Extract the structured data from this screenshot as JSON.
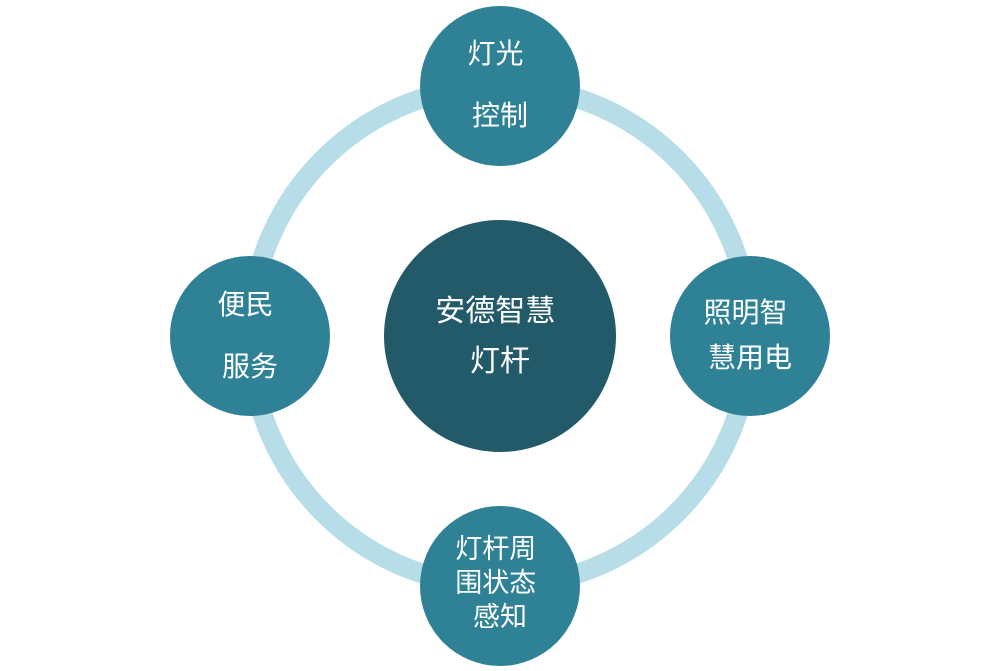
{
  "colors": {
    "background": "#ffffff",
    "ring": "#b7dde8",
    "center_node": "#225a6a",
    "outer_node": "#2f8296",
    "text": "#ffffff"
  },
  "center": {
    "lines": [
      "安德智慧",
      "灯杆"
    ]
  },
  "nodes": {
    "top": {
      "lines": [
        "灯光",
        "控制"
      ]
    },
    "right": {
      "lines": [
        "照明智",
        "慧用电"
      ]
    },
    "bottom": {
      "lines": [
        "灯杆周",
        "围状态",
        "感知"
      ]
    },
    "left": {
      "lines": [
        "便民",
        "服务"
      ]
    }
  }
}
